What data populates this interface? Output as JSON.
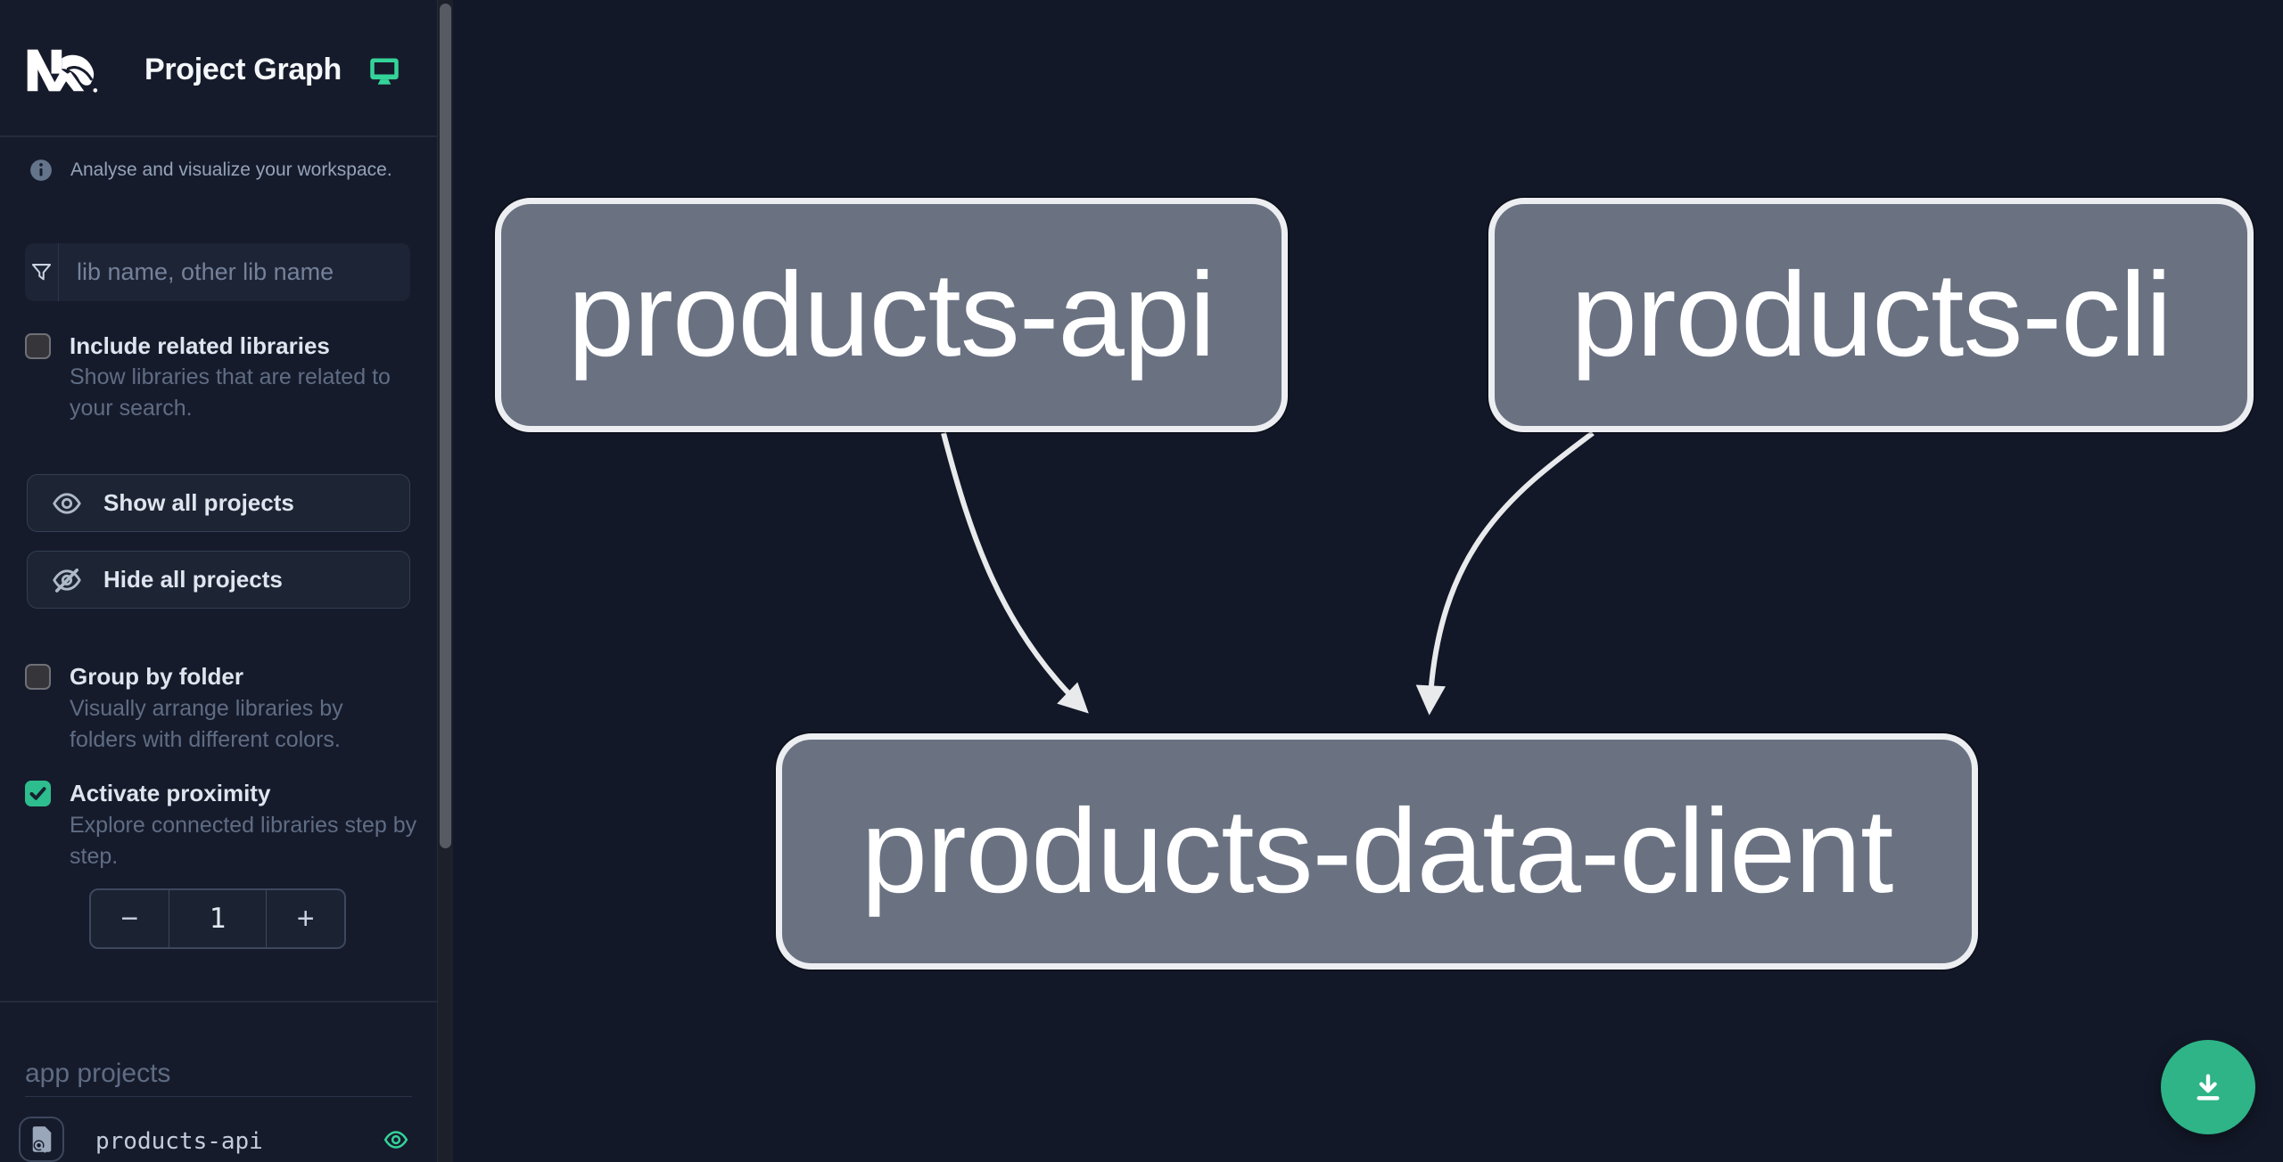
{
  "header": {
    "title": "Project Graph"
  },
  "sidebar": {
    "tagline": "Analyse and visualize your workspace.",
    "filter": {
      "placeholder": "lib name, other lib name",
      "value": ""
    },
    "checkboxes": [
      {
        "label": "Include related libraries",
        "description": "Show libraries that are related to your search.",
        "checked": false
      },
      {
        "label": "Group by folder",
        "description": "Visually arrange libraries by folders with different colors.",
        "checked": false
      },
      {
        "label": "Activate proximity",
        "description": "Explore connected libraries step by step.",
        "checked": true
      }
    ],
    "buttons": [
      {
        "label": "Show all projects"
      },
      {
        "label": "Hide all projects"
      }
    ],
    "proximity_stepper": {
      "decrement": "−",
      "value": "1",
      "increment": "+"
    },
    "sections": [
      {
        "title": "app projects",
        "items": [
          {
            "name": "products-api",
            "visible": true
          }
        ]
      }
    ]
  },
  "graph": {
    "nodes": [
      {
        "id": "products-api",
        "label": "products-api"
      },
      {
        "id": "products-cli",
        "label": "products-cli"
      },
      {
        "id": "products-data-client",
        "label": "products-data-client"
      }
    ],
    "edges": [
      {
        "from": "products-api",
        "to": "products-data-client"
      },
      {
        "from": "products-cli",
        "to": "products-data-client"
      }
    ]
  },
  "fab": {
    "icon": "download-icon"
  },
  "colors": {
    "accent_green": "#34d399",
    "checkbox_green": "#2ebd8e",
    "fab_green": "#2eb486",
    "node_fill": "#6a7282",
    "node_border": "#eceef1",
    "edge": "#e8eaec",
    "sidebar_bg": "#161b2c",
    "canvas_bg": "#131828"
  }
}
